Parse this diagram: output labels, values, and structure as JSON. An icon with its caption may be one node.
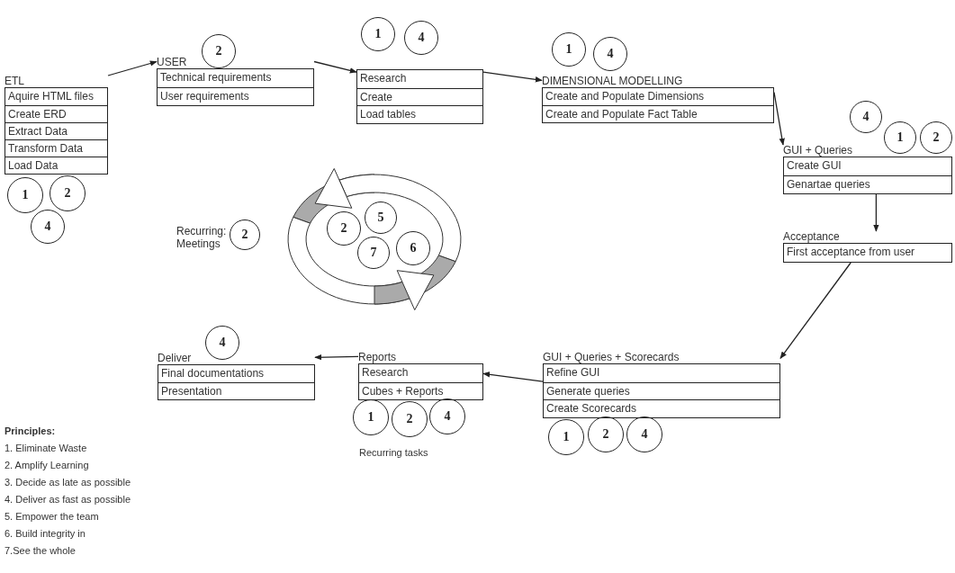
{
  "diagram": {
    "nodes": [
      {
        "text": [
          "ETL",
          "Aquire HTML files",
          "Create ERD",
          "Extract Data",
          "Transform Data",
          "Load Data"
        ]
      },
      {
        "text": [
          "1"
        ]
      },
      {
        "text": [
          "2"
        ]
      },
      {
        "text": [
          "4"
        ]
      },
      {
        "text": [
          "USER",
          "Technical requirements",
          "User requirements"
        ]
      },
      {
        "text": [
          "2"
        ]
      },
      {
        "text": [
          "1"
        ]
      },
      {
        "text": [
          "4"
        ]
      },
      {
        "text": [
          "Research",
          "Create",
          "Load tables"
        ]
      },
      {
        "text": [
          "1"
        ]
      },
      {
        "text": [
          "4"
        ]
      },
      {
        "text": [
          "DIMENSIONAL MODELLING",
          "Create and Populate Dimensions",
          "Create and Populate Fact Table"
        ]
      },
      {
        "text": [
          "4"
        ]
      },
      {
        "text": [
          "1"
        ]
      },
      {
        "text": [
          "2"
        ]
      },
      {
        "text": [
          "GUI + Queries",
          "Create GUI",
          "Genartae queries"
        ]
      },
      {
        "text": [
          "Acceptance",
          "First acceptance from user"
        ]
      },
      {
        "text": [
          "2"
        ],
        "beside": [
          "Recurring: Meetings"
        ]
      },
      {
        "text": [
          "2"
        ]
      },
      {
        "text": [
          "5"
        ]
      },
      {
        "text": [
          "7"
        ]
      },
      {
        "text": [
          "6"
        ]
      },
      {
        "text": [
          "Deliver",
          "Final documentations",
          "Presentation"
        ]
      },
      {
        "text": [
          "4"
        ]
      },
      {
        "text": [
          "Reports",
          "Research",
          "Cubes + Reports"
        ]
      },
      {
        "text": [
          "1"
        ]
      },
      {
        "text": [
          "2"
        ]
      },
      {
        "text": [
          "4"
        ]
      },
      {
        "text": [
          "GUI + Queries + Scorecards",
          "Refine GUI",
          "Generate queries",
          "Create Scorecards"
        ]
      },
      {
        "text": [
          "1"
        ]
      },
      {
        "text": [
          "2"
        ]
      },
      {
        "text": [
          "4"
        ]
      }
    ],
    "edges": [
      {
        "from": 0,
        "to": 4,
        "arrow": "to"
      },
      {
        "from": 4,
        "to": 8,
        "arrow": "to"
      },
      {
        "from": 8,
        "to": 11,
        "arrow": "to"
      },
      {
        "from": 11,
        "to": 15,
        "arrow": "to"
      },
      {
        "from": 15,
        "to": 16,
        "arrow": "to"
      },
      {
        "from": 16,
        "to": 28,
        "arrow": "to"
      },
      {
        "from": 28,
        "to": 24,
        "arrow": "to"
      },
      {
        "from": 24,
        "to": 22,
        "arrow": "to"
      }
    ],
    "labels": [
      "Recurring tasks",
      "Principles:",
      "1. Eliminate Waste",
      "2. Amplify Learning",
      "3. Decide as late as possible",
      "4. Deliver as fast as possible",
      "5. Empower the team",
      "6. Build integrity in",
      "7.See the whole"
    ]
  }
}
